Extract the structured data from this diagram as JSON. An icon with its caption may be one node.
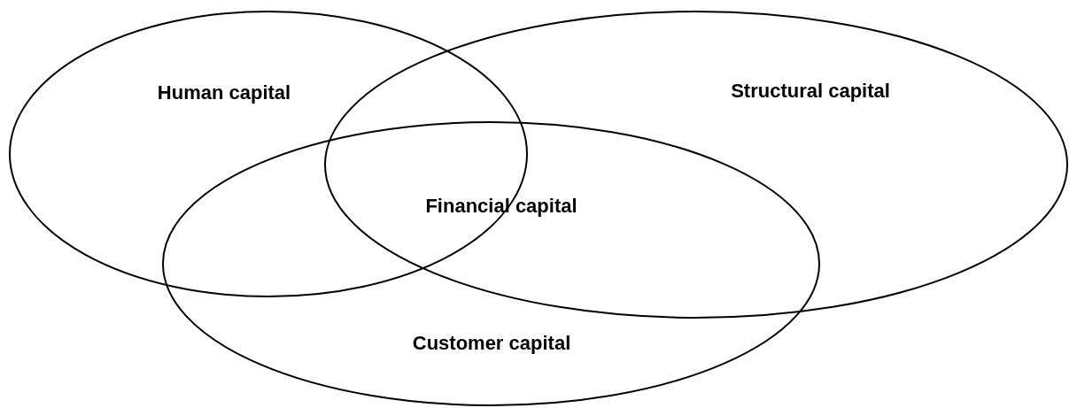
{
  "diagram": {
    "nodes": [
      {
        "text": [
          "Human capital"
        ]
      },
      {
        "text": [
          "Structural capital"
        ]
      },
      {
        "text": [
          "Customer capital"
        ]
      }
    ],
    "labels": [
      "Financial capital"
    ]
  }
}
